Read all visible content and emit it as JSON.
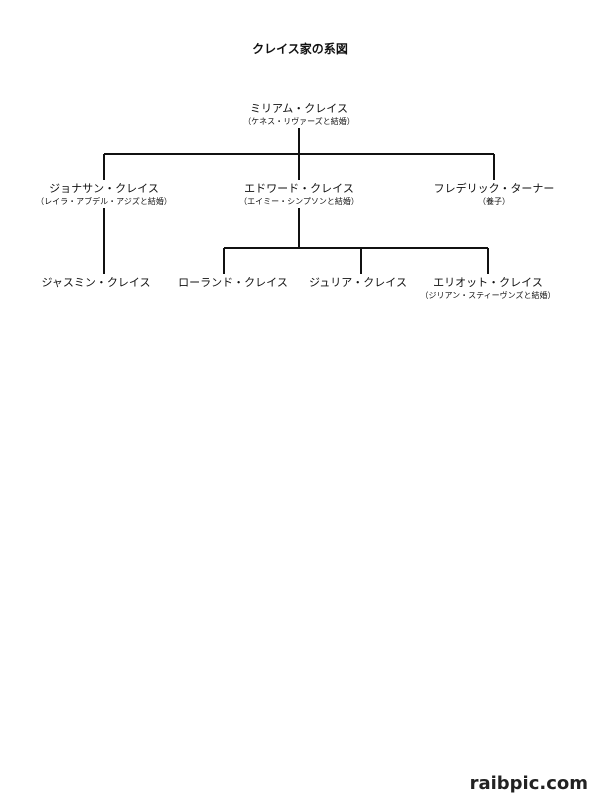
{
  "title": "クレイス家の系図",
  "people": {
    "miriam": {
      "name": "ミリアム・クレイス",
      "note": "（ケネス・リヴァーズと結婚）"
    },
    "jonathan": {
      "name": "ジョナサン・クレイス",
      "note": "（レイラ・アブデル・アジズと結婚）"
    },
    "edward": {
      "name": "エドワード・クレイス",
      "note": "（エイミー・シンプソンと結婚）"
    },
    "frederick": {
      "name": "フレデリック・ターナー",
      "note": "（養子）"
    },
    "jasmine": {
      "name": "ジャスミン・クレイス"
    },
    "roland": {
      "name": "ローランド・クレイス"
    },
    "julia": {
      "name": "ジュリア・クレイス"
    },
    "elliott": {
      "name": "エリオット・クレイス",
      "note": "（ジリアン・スティーヴンズと結婚）"
    }
  },
  "watermark": "raibpic.com"
}
